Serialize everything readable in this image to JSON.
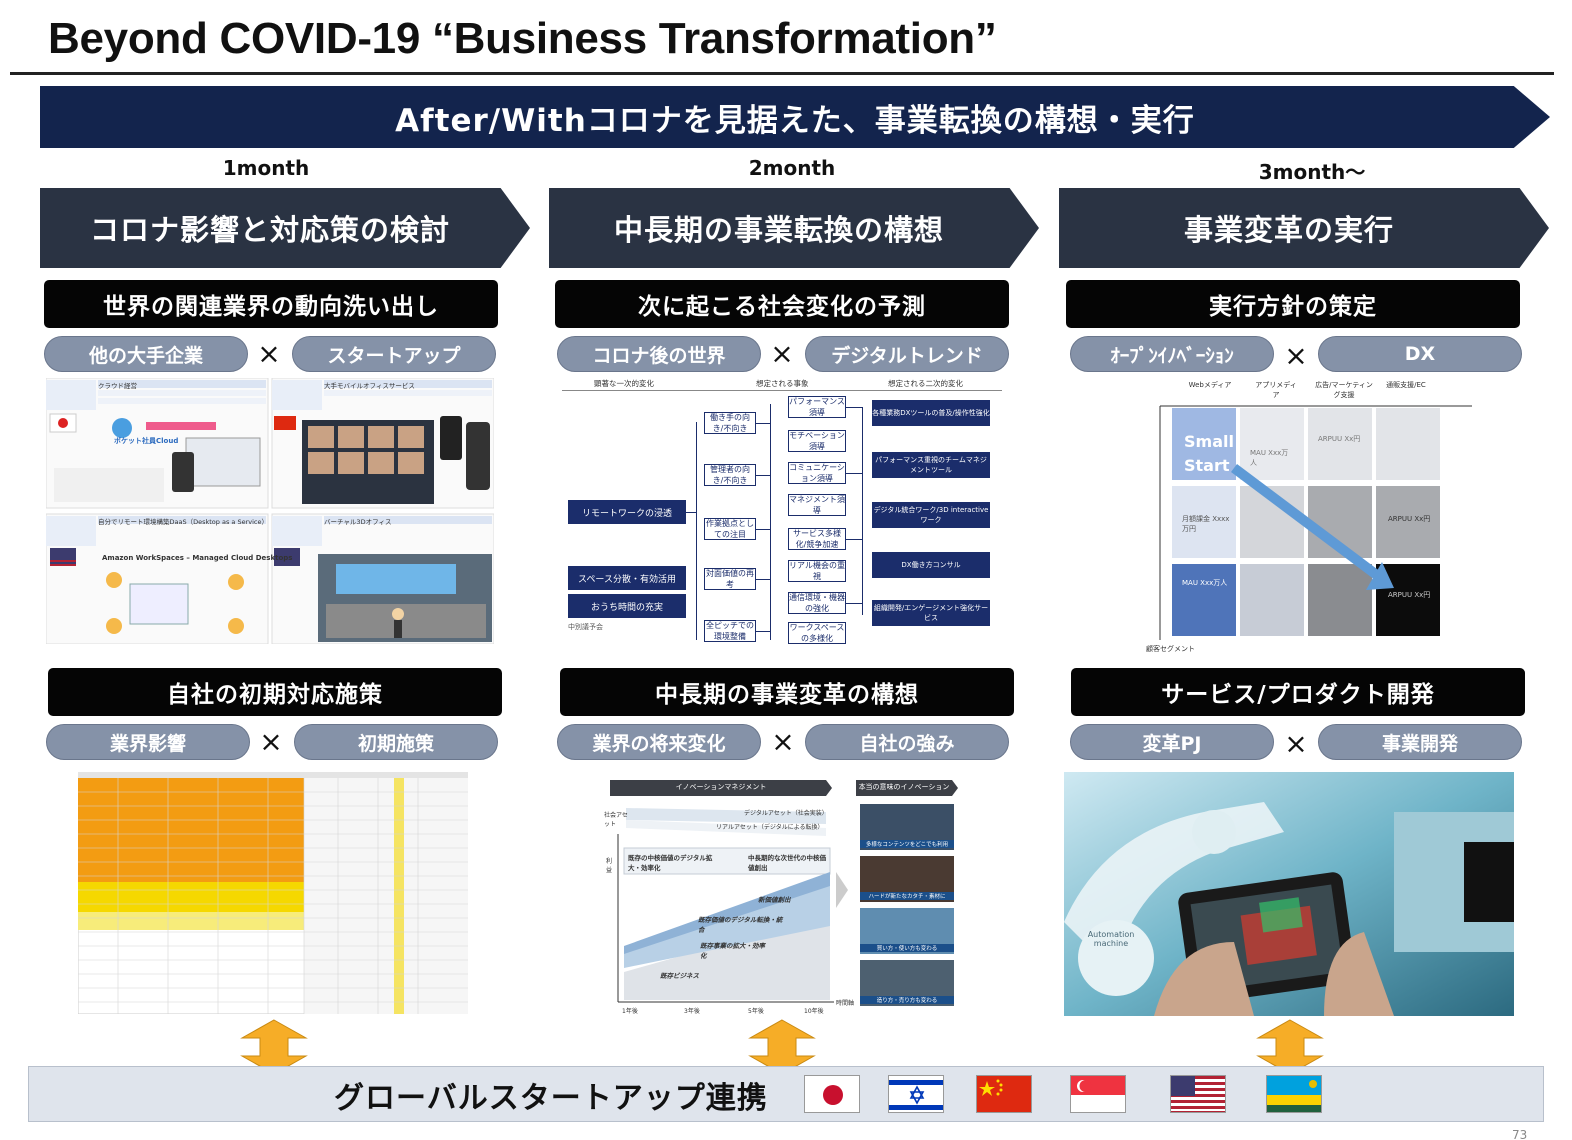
{
  "title": "Beyond COVID-19 “Business Transformation”",
  "banner": "After/Withコロナを見据えた、事業転換の構想・実行",
  "colors": {
    "navy": "#13244d",
    "phase": "#2a3343",
    "pill": "#8592a8",
    "black": "#050505",
    "global_bg": "#dfe4ec",
    "arrow_yellow": "#f6ad27"
  },
  "columns": [
    {
      "month": "1month",
      "phase": "コロナ影響と対応策の検討",
      "top_heading": "世界の関連業界の動向洗い出し",
      "top_pills": [
        "他の大手企業",
        "スタートアップ"
      ],
      "bottom_heading": "自社の初期対応施策",
      "bottom_pills": [
        "業界影響",
        "初期施策"
      ]
    },
    {
      "month": "2month",
      "phase": "中長期の事業転換の構想",
      "top_heading": "次に起こる社会変化の予測",
      "top_pills": [
        "コロナ後の世界",
        "デジタルトレンド"
      ],
      "bottom_heading": "中長期の事業変革の構想",
      "bottom_pills": [
        "業界の将来変化",
        "自社の強み"
      ]
    },
    {
      "month": "3month〜",
      "phase": "事業変革の実行",
      "top_heading": "実行方針の策定",
      "top_pills": [
        "ｵｰﾌﾟﾝｲﾉﾍﾞｰｼｮﾝ",
        "DX"
      ],
      "bottom_heading": "サービス/プロダクト開発",
      "bottom_pills": [
        "変革PJ",
        "事業開発"
      ]
    }
  ],
  "times_symbol": "×",
  "visuals": {
    "case_studies": {
      "logo": "ポケット社員Cloud",
      "product_title": "Amazon WorkSpaces – Managed Cloud Desktops",
      "card_titles": [
        "クラウド経営",
        "大手モバイルオフィスサービス",
        "自分でリモート環境構築DaaS（Desktop as a Service）",
        "バーチャル3Dオフィス"
      ]
    },
    "tree": {
      "col_headers": [
        "顕著な一次的変化",
        "想定される事象",
        "想定される二次的変化"
      ],
      "roots": [
        "リモートワークの浸透",
        "スペース分散・有効活用",
        "おうち時間の充実"
      ],
      "mid": [
        "働き手の向き/不向き",
        "管理者の向き/不向き",
        "作業拠点としての注目",
        "対面価値の再考",
        "全ピッチでの環境整備"
      ],
      "small": [
        "パフォーマンス須導",
        "モチベーション須導",
        "コミュニケーション須導",
        "マネジメント須導",
        "サービス多様化/競争加速",
        "リアル機会の重視",
        "通信環境・機器の強化",
        "ワークスペースの多様化"
      ],
      "outcomes": [
        "各種業務DXツールの普及/操作性強化",
        "パフォーマンス重視のチームマネジメントツール",
        "デジタル統合ワーク/3D interactiveワーク",
        "DX働き方コンサル",
        "組織開発/エンゲージメント強化サービス"
      ],
      "footnote": "中別議予会"
    },
    "matrix": {
      "col_headers": [
        "Webメディア",
        "アプリメディア",
        "広告/マーケティング支援",
        "通販支援/EC"
      ],
      "callout": [
        "Small",
        "Start"
      ],
      "row_axis": "顧客セグメント",
      "cell_texts": [
        "MAU Xxx万人",
        "ARPUU Xx円",
        "月額課金 Xxxx万円"
      ]
    },
    "innovation": {
      "left_title": "イノベーションマネジメント",
      "right_title": "本当の意味のイノベーション",
      "asset_label": "社会アセット",
      "assets": [
        "デジタルアセット（社会実装）",
        "リアルアセット（デジタルによる転換）"
      ],
      "boxes": [
        "既存の中核価値のデジタル拡大・効率化",
        "中長期的な次世代の中核価値創出"
      ],
      "layers": [
        "新価値創出",
        "既存価値のデジタル転換・統合",
        "既存事業の拡大・効率化",
        "既存ビジネス"
      ],
      "y_label": "利益",
      "x_ticks": [
        "1年後",
        "3年後",
        "5年後",
        "10年後"
      ],
      "x_label": "時間軸",
      "thumb_captions": [
        "多様なコンテンツをどこでも利用",
        "ハードが新たなカタチ・素材に",
        "買い方・使い方も変わる",
        "造り方・売り方も変わる"
      ]
    },
    "factory": {
      "tablet_badge": "Automation machine"
    }
  },
  "global": {
    "label": "グローバルスタートアップ連携",
    "flags": [
      "japan-flag",
      "israel-flag",
      "china-flag",
      "singapore-flag",
      "usa-flag",
      "rwanda-flag"
    ]
  },
  "page_number": "73"
}
